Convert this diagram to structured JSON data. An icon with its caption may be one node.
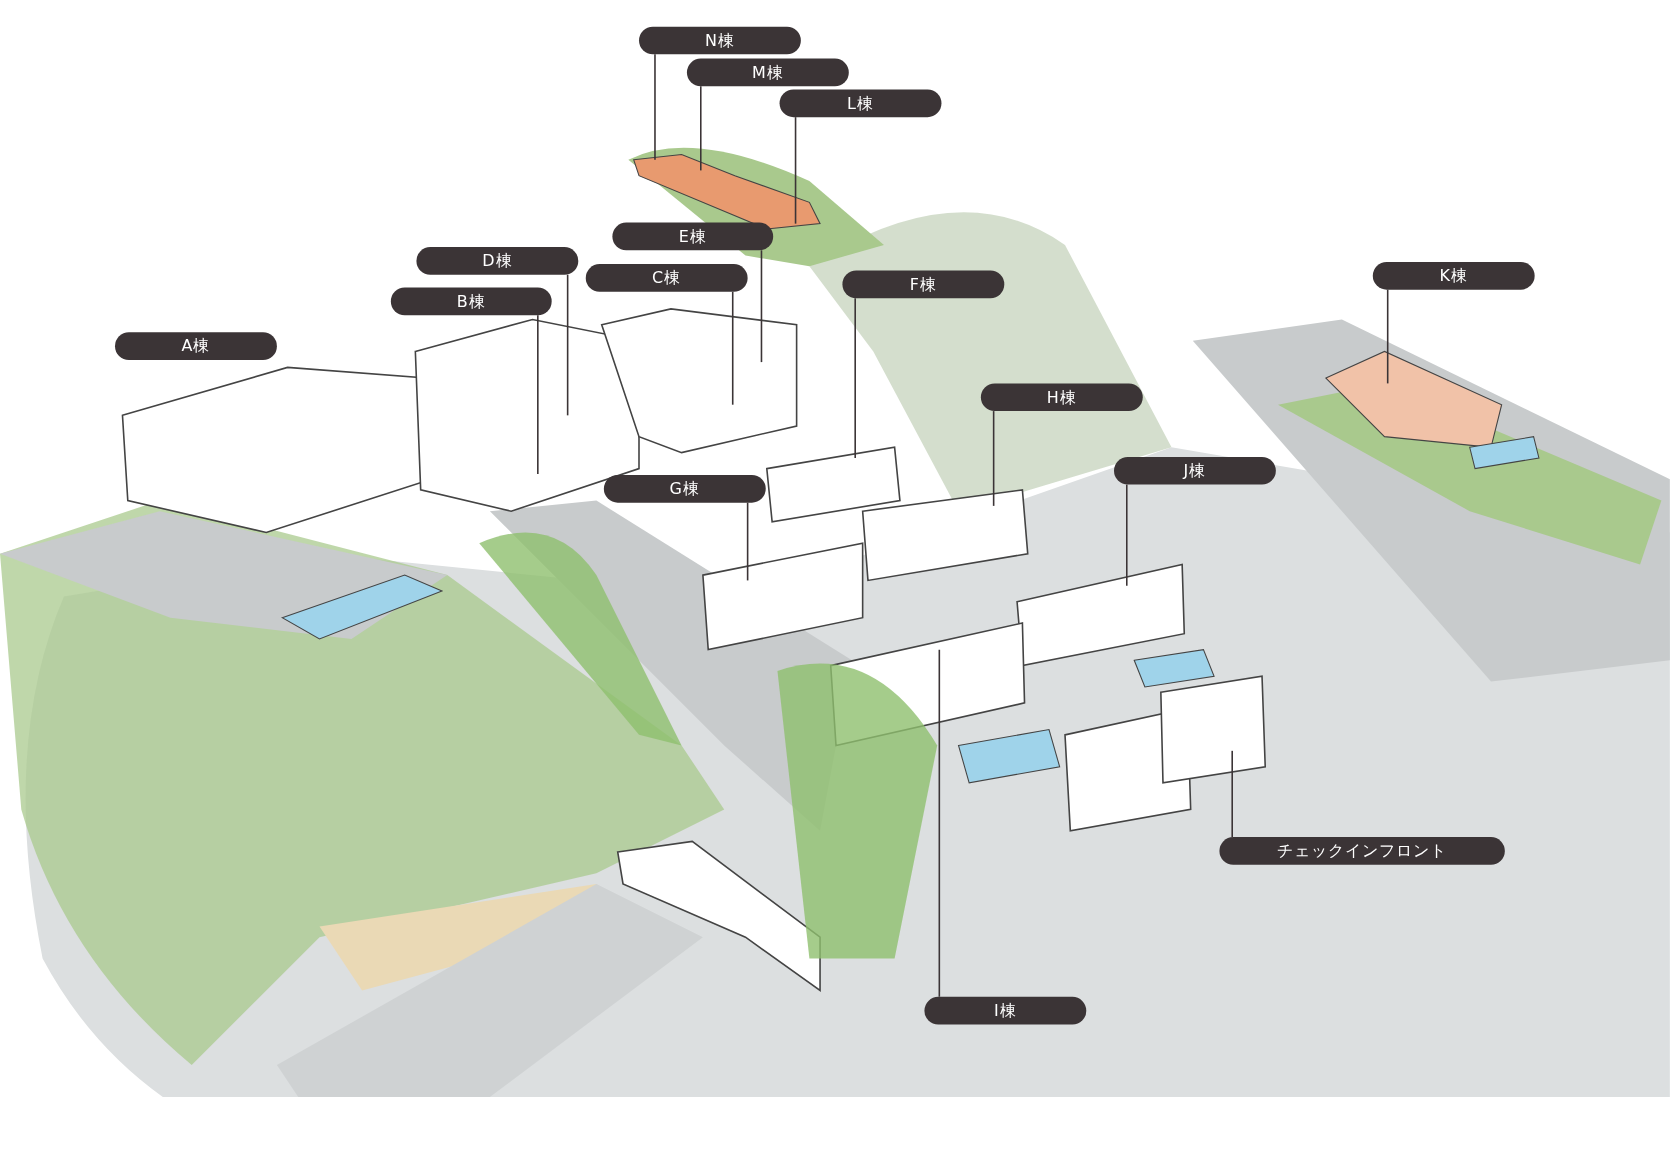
{
  "diagram": {
    "nodes": [
      {
        "text": [
          "N棟"
        ]
      },
      {
        "text": [
          "M棟"
        ]
      },
      {
        "text": [
          "L棟"
        ]
      },
      {
        "text": [
          "E棟"
        ]
      },
      {
        "text": [
          "D棟"
        ]
      },
      {
        "text": [
          "K棟"
        ]
      },
      {
        "text": [
          "C棟"
        ]
      },
      {
        "text": [
          "F棟"
        ]
      },
      {
        "text": [
          "B棟"
        ]
      },
      {
        "text": [
          "A棟"
        ]
      },
      {
        "text": [
          "H棟"
        ]
      },
      {
        "text": [
          "J棟"
        ]
      },
      {
        "text": [
          "G棟"
        ]
      },
      {
        "text": [
          "チェックインフロント"
        ]
      },
      {
        "text": [
          "I棟"
        ]
      }
    ],
    "edges": [
      {
        "from": 0,
        "to": null,
        "arrow": "none"
      },
      {
        "from": 1,
        "to": null,
        "arrow": "none"
      },
      {
        "from": 2,
        "to": null,
        "arrow": "none"
      },
      {
        "from": 3,
        "to": null,
        "arrow": "none"
      },
      {
        "from": 4,
        "to": null,
        "arrow": "none"
      },
      {
        "from": 5,
        "to": null,
        "arrow": "none"
      },
      {
        "from": 6,
        "to": null,
        "arrow": "none"
      },
      {
        "from": 7,
        "to": null,
        "arrow": "none"
      },
      {
        "from": 8,
        "to": null,
        "arrow": "none"
      },
      {
        "from": 10,
        "to": null,
        "arrow": "none"
      },
      {
        "from": 11,
        "to": null,
        "arrow": "none"
      },
      {
        "from": 12,
        "to": null,
        "arrow": "none"
      },
      {
        "from": 13,
        "to": null,
        "arrow": "none"
      },
      {
        "from": 14,
        "to": null,
        "arrow": "none"
      }
    ]
  }
}
